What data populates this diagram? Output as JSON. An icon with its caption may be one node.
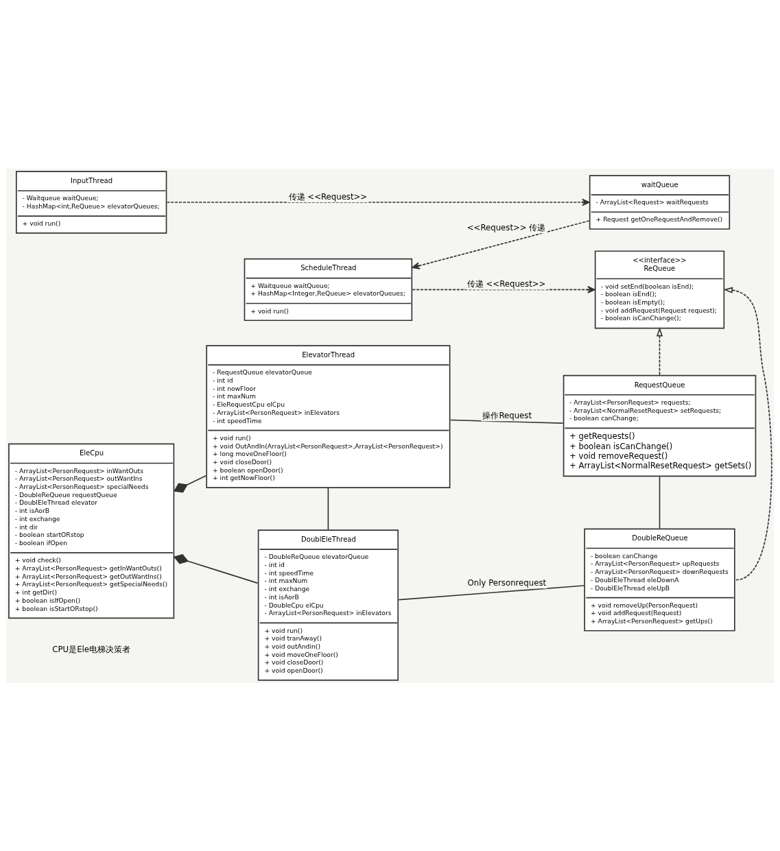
{
  "diagram": {
    "nodes": [
      {
        "text": [
          "InputThread",
          "- Waitqueue waitQueue;",
          "- HashMap<int,ReQueue> elevatorQueues;",
          "+ void run()"
        ]
      },
      {
        "text": [
          "waitQueue",
          "- ArrayList<Request> waitRequests",
          "+ Request getOneRequestAndRemove()"
        ]
      },
      {
        "text": [
          "ScheduleThread",
          "+ Waitqueue waitQueue;",
          "+ HashMap<Integer,ReQueue> elevatorQueues;",
          "+ void run()"
        ]
      },
      {
        "text": [
          "<<interface>>",
          "ReQueue",
          "- void setEnd(boolean isEnd);",
          "- boolean isEnd();",
          "- boolean isEmpty();",
          "- void addRequest(Request request);",
          "- boolean isCanChange();"
        ]
      },
      {
        "text": [
          "ElevatorThread",
          "- RequestQueue elevatorQueue",
          "- int id",
          "- int nowFloor",
          "- int maxNum",
          "- EleRequestCpu elCpu",
          "- ArrayList<PersonRequest> inElevators",
          "- int speedTime",
          "+ void run()",
          "+ void OutAndIn(ArrayList<PersonRequest>,ArrayList<PersonRequest>)",
          "+ long moveOneFloor()",
          "+ void closeDoor()",
          "+ boolean openDoor()",
          "+ int getNowFloor()"
        ]
      },
      {
        "text": [
          "EleCpu",
          "- ArrayList<PersonRequest> inWantOuts",
          "- ArrayList<PersonRequest> outWantIns",
          "- ArrayList<PersonRequest> specialNeeds",
          "- DoubleReQueue requestQueue",
          "- DoublEleThread elevator",
          "- int isAorB",
          "- int exchange",
          "- int dir",
          "- boolean startORstop",
          "- boolean ifOpen",
          "+ void check()",
          "+ ArrayList<PersonRequest> getInWantOuts()",
          "+ ArrayList<PersonRequest> getOutWantIns()",
          "+ ArrayList<PersonRequest> getSpecialNeeds()",
          "+ int getDir()",
          "+ boolean isIfOpen()",
          "+ boolean isStartORstop()"
        ]
      },
      {
        "text": [
          "RequestQueue",
          "- ArrayList<PersonRequest> requests;",
          "- ArrayList<NormalResetRequest> setRequests;",
          "- boolean canChange;",
          "+ getRequests()",
          "+ boolean isCanChange()",
          "+ void removeRequest()",
          "+ ArrayList<NormalResetRequest> getSets()"
        ]
      },
      {
        "text": [
          "DoublEleThread",
          "- DoubleReQueue elevatorQueue",
          "- int id",
          "- int speedTime",
          "- int maxNum",
          "- int exchange",
          "- int isAorB",
          "- DoubleCpu elCpu",
          "- ArrayList<PersonRequest> inElevators",
          "+ void run()",
          "+ void tranAway()",
          "+ void outAndin()",
          "+ void moveOneFloor()",
          "+ void closeDoor()",
          "+ void openDoor()"
        ]
      },
      {
        "text": [
          "DoubleReQueue",
          "- boolean canChange",
          "- ArrayList<PersonRequest> upRequests",
          "- ArrayList<PersonRequest> downRequests",
          "- DoublEleThread eleDownA",
          "- DoublEleThread eleUpB",
          "+ void removeUp(PersonRequest)",
          "+ void addRequest(Request)",
          "+ ArrayList<PersonRequest> getUps()"
        ]
      }
    ],
    "edges": [
      {
        "from": 0,
        "to": 1,
        "arrow": "to",
        "style": "dashed",
        "label": "传递 <<Request>>"
      },
      {
        "from": 1,
        "to": 2,
        "arrow": "to",
        "style": "dashed",
        "label": "<<Request>> 传递"
      },
      {
        "from": 2,
        "to": 3,
        "arrow": "to",
        "style": "dashed",
        "label": "传递 <<Request>>"
      },
      {
        "from": 6,
        "to": 3,
        "arrow": "to",
        "style": "dashed"
      },
      {
        "from": 8,
        "to": 3,
        "arrow": "to",
        "style": "dashed"
      },
      {
        "from": 4,
        "to": 6,
        "arrow": "none",
        "label": "操作Request"
      },
      {
        "from": 5,
        "to": 4,
        "arrow": "other"
      },
      {
        "from": 5,
        "to": 7,
        "arrow": "other"
      },
      {
        "from": 4,
        "to": 7,
        "arrow": "none"
      },
      {
        "from": 6,
        "to": 8,
        "arrow": "none"
      },
      {
        "from": 7,
        "to": 8,
        "arrow": "none",
        "label": "Only Personrequest"
      }
    ],
    "labels": [
      "CPU是Ele电梯决策者"
    ]
  }
}
